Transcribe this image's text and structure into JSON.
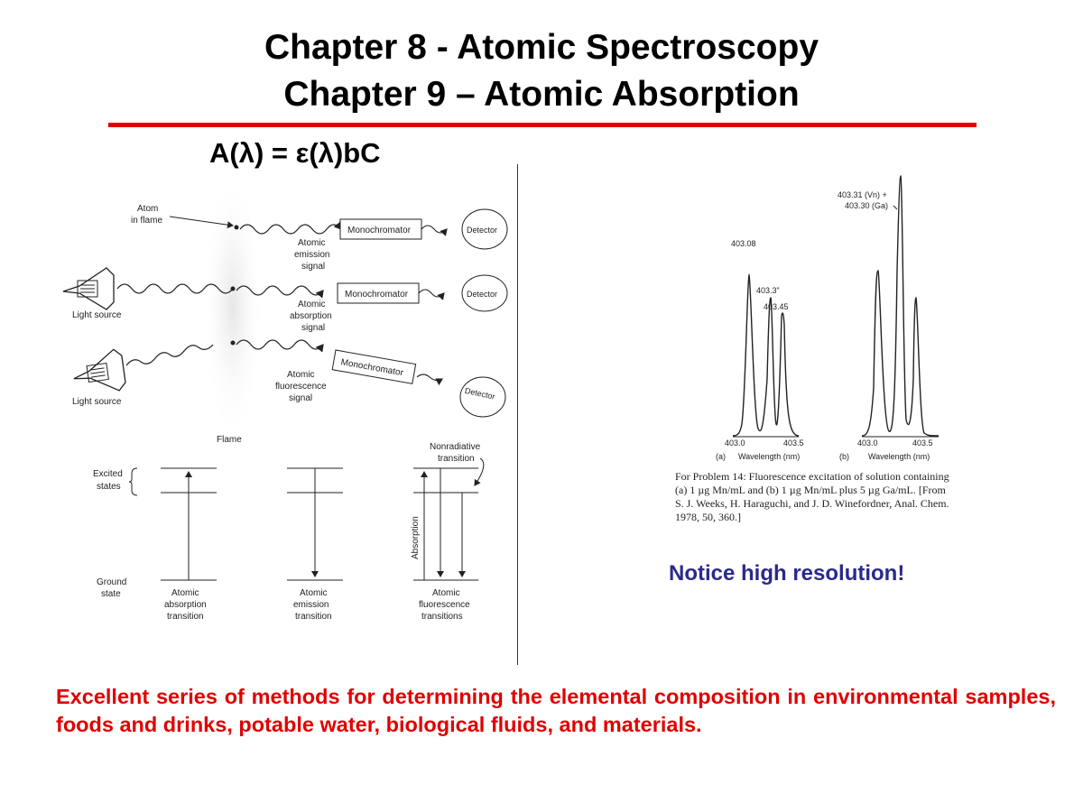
{
  "title": {
    "line1": "Chapter 8 - Atomic Spectroscopy",
    "line2": "Chapter 9 – Atomic Absorption"
  },
  "formula": "A(λ) = ε(λ)bC",
  "schematic": {
    "atom_label_1": "Atom",
    "atom_label_2": "in flame",
    "monochromator": "Monochromator",
    "detector": "Detector",
    "emission_signal": [
      "Atomic",
      "emission",
      "signal"
    ],
    "absorption_signal": [
      "Atomic",
      "absorption",
      "signal"
    ],
    "fluorescence_signal": [
      "Atomic",
      "fluorescence",
      "signal"
    ],
    "light_source": "Light source",
    "flame": "Flame"
  },
  "energy_levels": {
    "excited_states": [
      "Excited",
      "states"
    ],
    "ground_state": [
      "Ground",
      "state"
    ],
    "nonradiative": [
      "Nonradiative",
      "transition"
    ],
    "absorption": "Absorption",
    "absorption_transition": [
      "Atomic",
      "absorption",
      "transition"
    ],
    "emission_transition": [
      "Atomic",
      "emission",
      "transition"
    ],
    "fluorescence_transitions": [
      "Atomic",
      "fluorescence",
      "transitions"
    ]
  },
  "spectrum": {
    "peak_labels": {
      "p1": "403.08",
      "p2": "403.3\"",
      "p3": "403.45",
      "p4_line1": "403.31 (Vn) +",
      "p4_line2": "403.30 (Ga)"
    },
    "panel_a": {
      "tag": "(a)",
      "tick_left": "403.0",
      "tick_right": "403.5",
      "axis": "Wavelength (nm)"
    },
    "panel_b": {
      "tag": "(b)",
      "tick_left": "403.0",
      "tick_right": "403.5",
      "axis": "Wavelength (nm)"
    },
    "caption": "For Problem 14: Fluorescence excitation of solution containing (a) 1 µg Mn/mL and (b) 1 µg Mn/mL plus 5 µg Ga/mL. [From S. J. Weeks, H. Haraguchi, and J. D. Winefordner, Anal. Chem. 1978, 50, 360.]"
  },
  "notice": "Notice high resolution!",
  "footer": "Excellent series of methods for determining the elemental composition in environmental samples, foods and drinks, potable water, biological fluids, and materials.",
  "colors": {
    "accent_red": "#e00000",
    "notice_blue": "#2a2a8c"
  }
}
